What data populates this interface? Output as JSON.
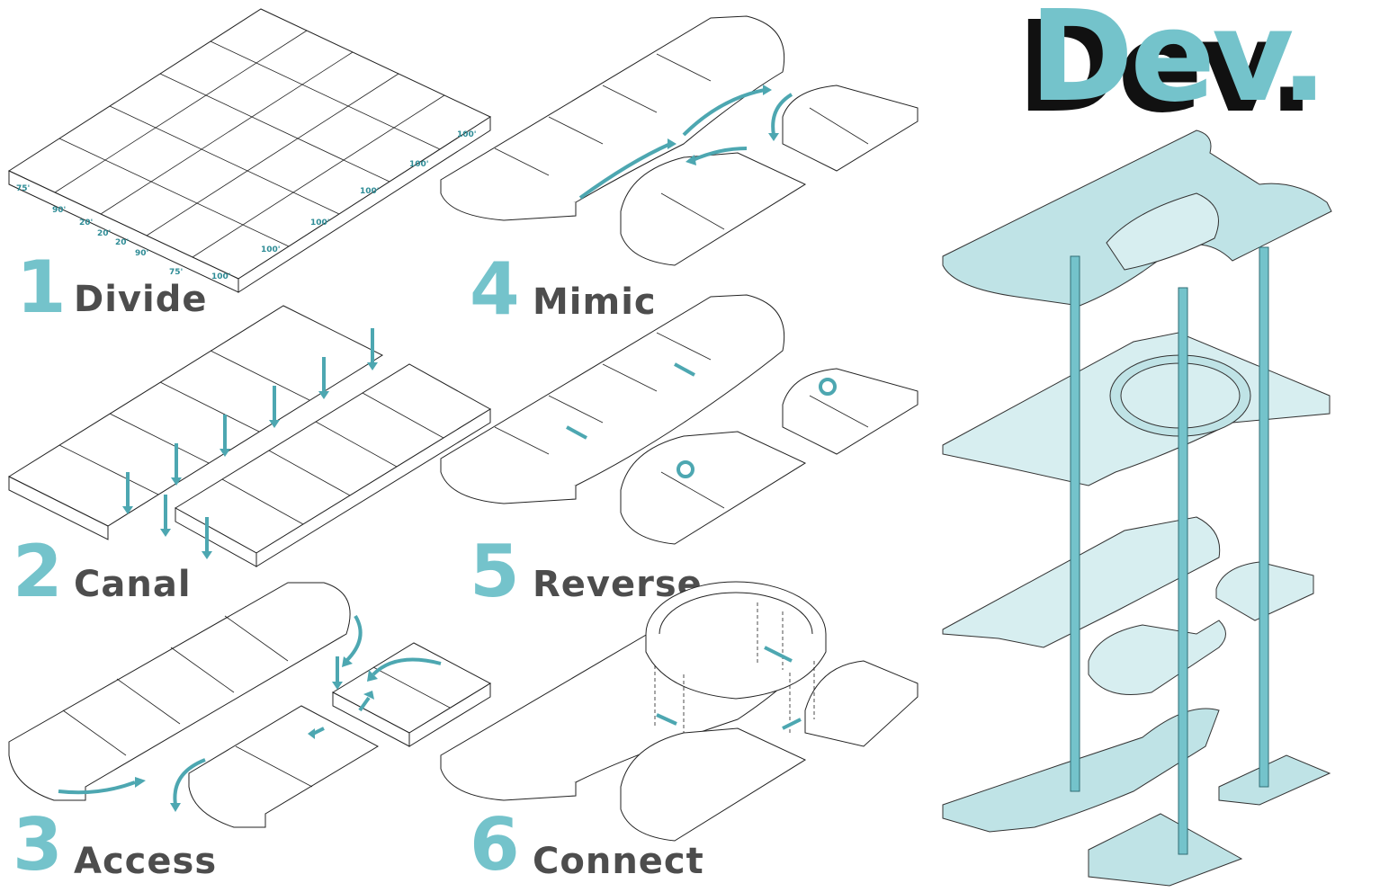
{
  "title": "Dev.",
  "steps": [
    {
      "number": "1",
      "label": "Divide"
    },
    {
      "number": "2",
      "label": "Canal"
    },
    {
      "number": "3",
      "label": "Access"
    },
    {
      "number": "4",
      "label": "Mimic"
    },
    {
      "number": "5",
      "label": "Reverse"
    },
    {
      "number": "6",
      "label": "Connect"
    }
  ],
  "dimension_labels": [
    "75'",
    "90'",
    "20'",
    "20'",
    "20'",
    "90'",
    "75'",
    "100'",
    "100'",
    "100'",
    "100'",
    "100'",
    "100'"
  ],
  "colors": {
    "accent": "#74c3cb",
    "accent_dark": "#4da7b1",
    "label_gray": "#4d4d4d",
    "title_black": "#111111",
    "slab_fill": "#bfe3e6"
  }
}
